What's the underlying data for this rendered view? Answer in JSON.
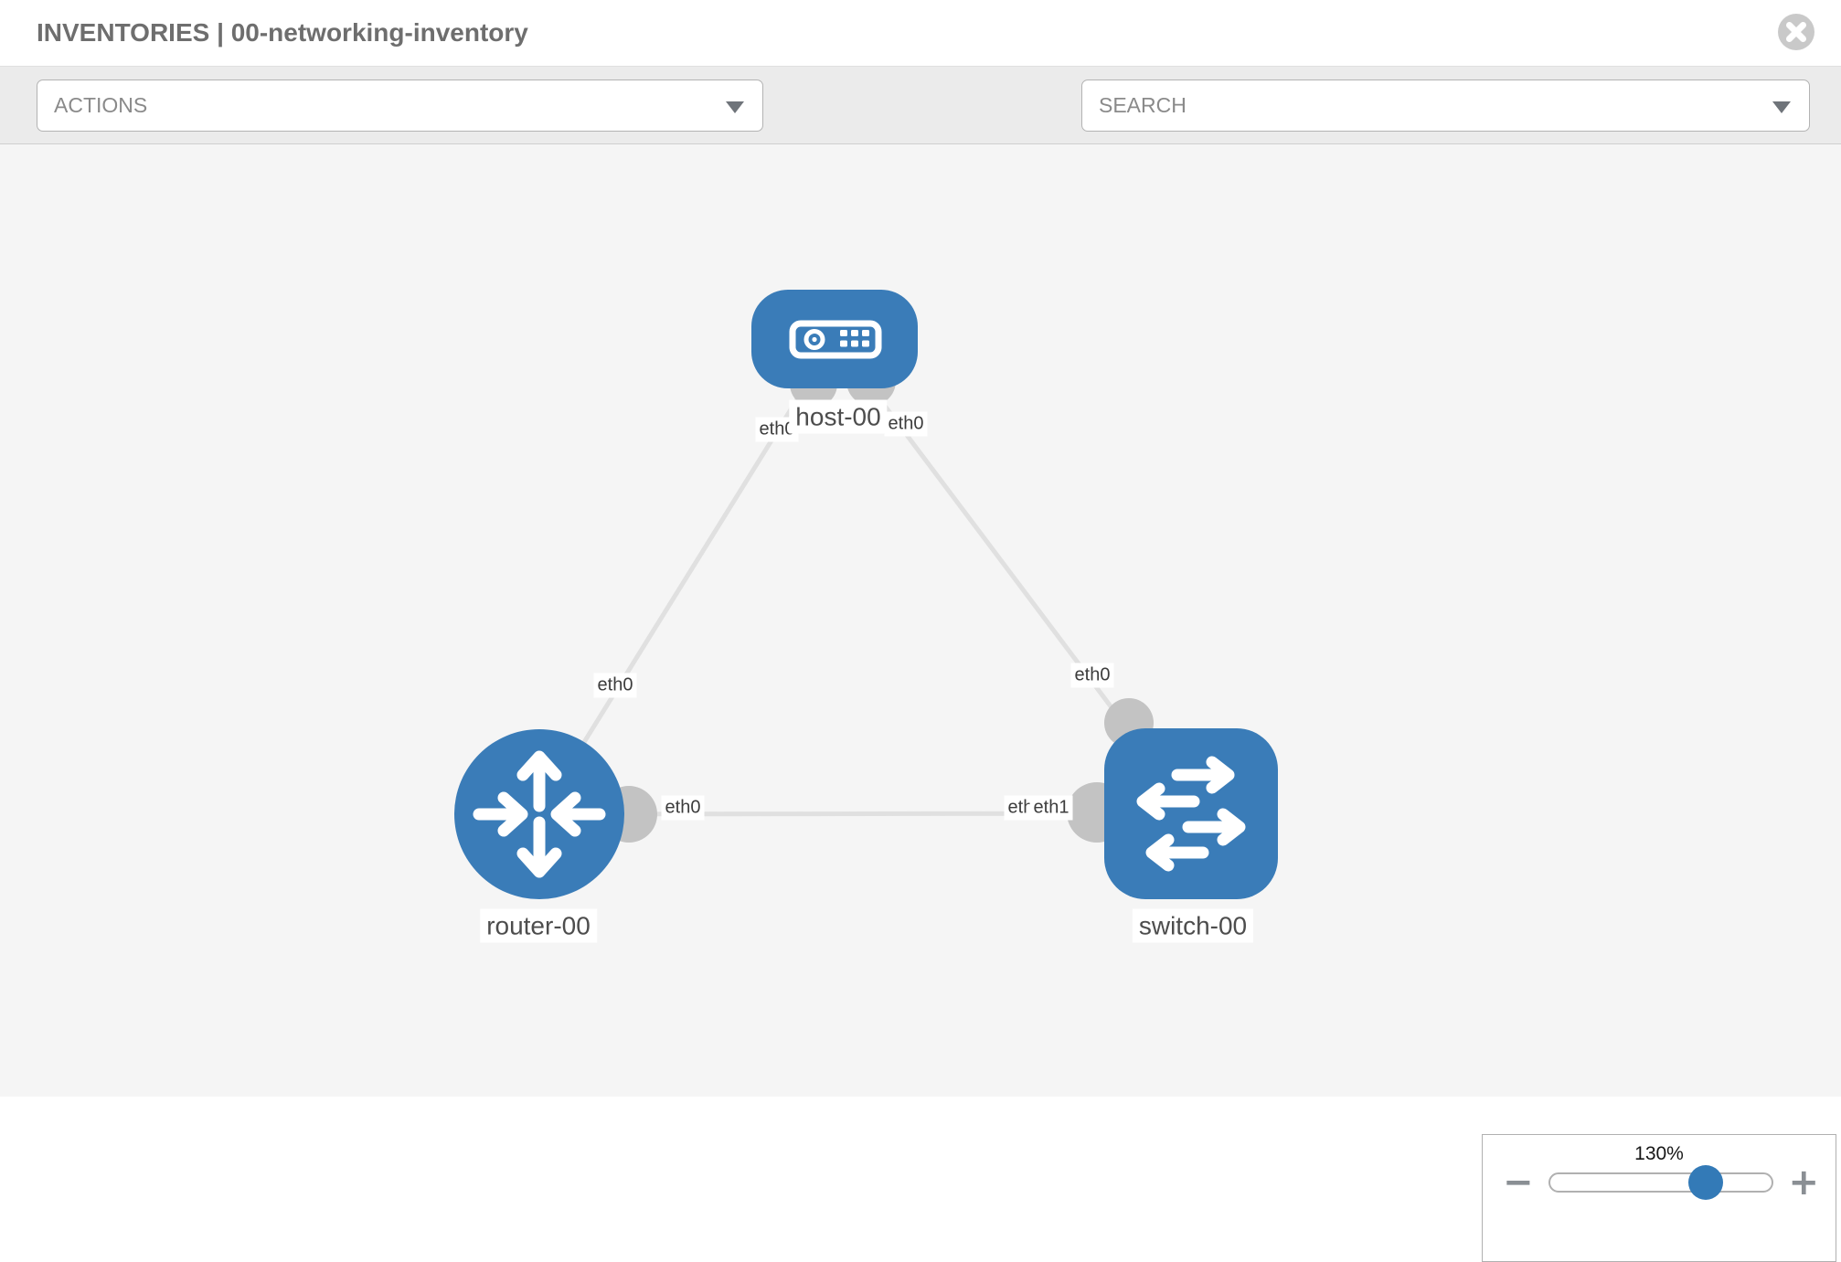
{
  "header": {
    "title": "INVENTORIES | 00-networking-inventory"
  },
  "toolbar": {
    "actions": {
      "placeholder": "ACTIONS"
    },
    "search": {
      "placeholder": "SEARCH"
    }
  },
  "canvas": {
    "nodes": [
      {
        "name": "host-00",
        "type": "host"
      },
      {
        "name": "router-00",
        "type": "router"
      },
      {
        "name": "switch-00",
        "type": "switch"
      }
    ],
    "links": [
      {
        "source": "router-00",
        "target": "host-00",
        "source_interface": "eth0",
        "target_interface": "eth0"
      },
      {
        "source": "host-00",
        "target": "switch-00",
        "source_interface": "eth0",
        "target_interface": "eth0"
      },
      {
        "source": "router-00",
        "target": "switch-00",
        "source_interface": "eth0",
        "target_interface": "eth1",
        "overlapped_interface": "eth0"
      }
    ]
  },
  "zoom_control": {
    "level": "130%",
    "minus": "−",
    "plus": "+"
  },
  "colors": {
    "node_blue": "#3a7cb8",
    "link_gray": "#e0e0e0",
    "interface_gray": "#c3c3c3",
    "accent_blue": "#337ab7",
    "canvas_bg": "#f5f5f5"
  }
}
